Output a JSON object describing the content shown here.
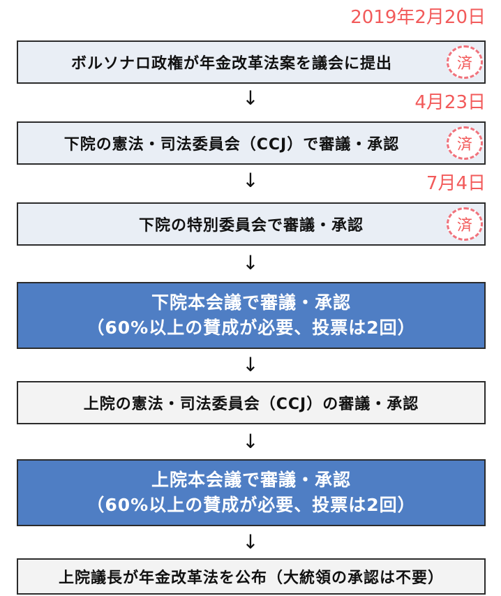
{
  "steps": [
    {
      "date": "2019年2月20日",
      "text": "ボルソナロ政権が年金改革法案を議会に提出",
      "badge": "済"
    },
    {
      "date": "4月23日",
      "text": "下院の憲法・司法委員会（CCJ）で審議・承認",
      "badge": "済"
    },
    {
      "date": "7月4日",
      "text": "下院の特別委員会で審議・承認",
      "badge": "済"
    },
    {
      "line1": "下院本会議で審議・承認",
      "line2": "（60%以上の賛成が必要、投票は2回）"
    },
    {
      "text": "上院の憲法・司法委員会（CCJ）の審議・承認"
    },
    {
      "line1": "上院本会議で審議・承認",
      "line2": "（60%以上の賛成が必要、投票は2回）"
    },
    {
      "text": "上院議長が年金改革法を公布（大統領の承認は不要）"
    }
  ],
  "arrow_glyph": "↓",
  "colors": {
    "date_red": "#f25a5a",
    "badge_border": "#f0727c",
    "light_box": "#e9eef5",
    "plain_box": "#f3f3f3",
    "dark_box": "#4f7ec4"
  }
}
